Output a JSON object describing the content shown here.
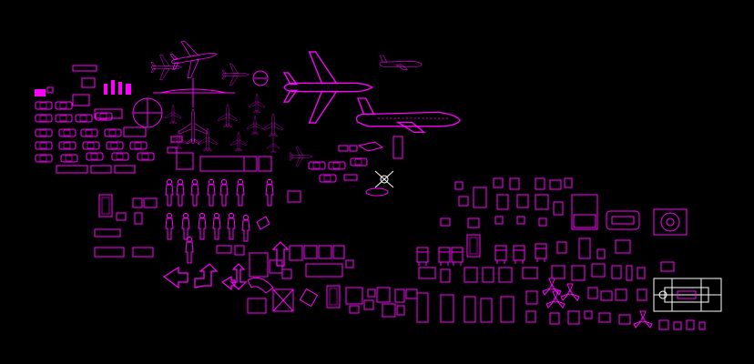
{
  "viewport": {
    "background": "#000000",
    "accent": "#ff00ff",
    "white": "#ffffff"
  },
  "groups": [
    {
      "name": "vehicle-blocks",
      "icon": "car-icon"
    },
    {
      "name": "aircraft-blocks",
      "icon": "airplane-icon"
    },
    {
      "name": "people-blocks",
      "icon": "person-icon"
    },
    {
      "name": "furniture-blocks",
      "icon": "chair-icon"
    },
    {
      "name": "arrow-blocks",
      "icon": "arrow-icon"
    },
    {
      "name": "equipment-blocks",
      "icon": "fan-icon"
    }
  ]
}
